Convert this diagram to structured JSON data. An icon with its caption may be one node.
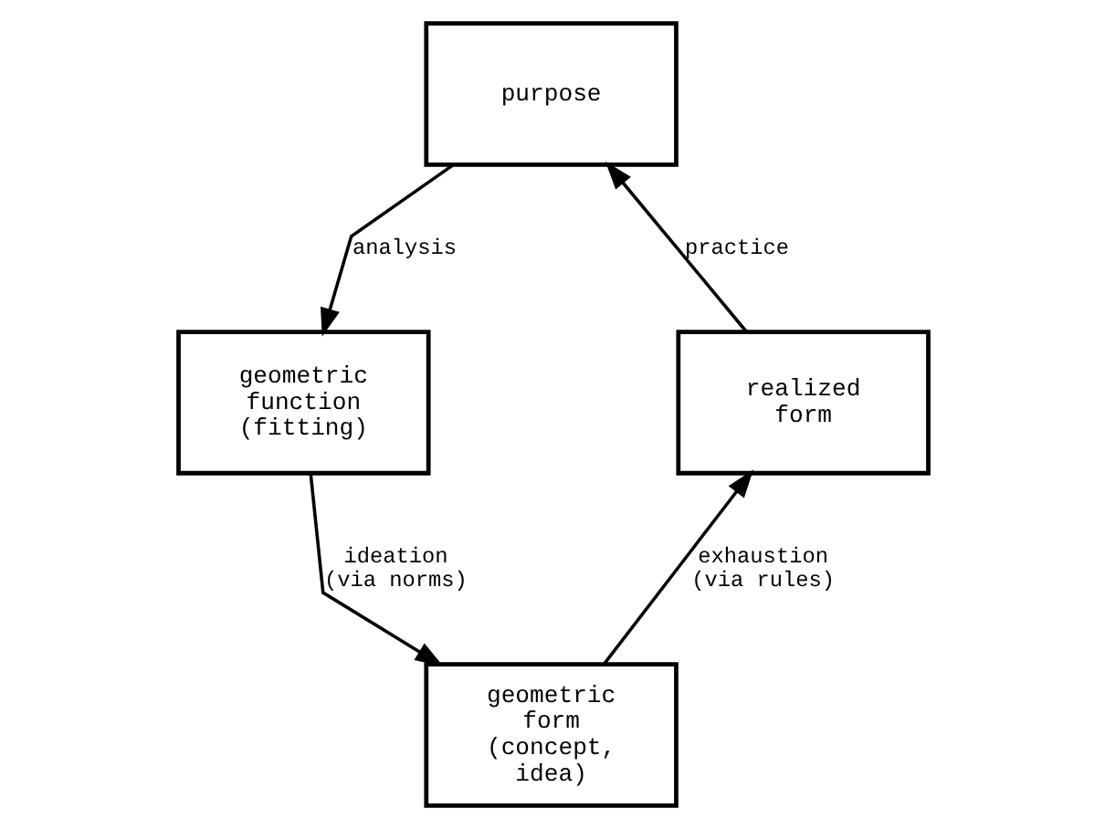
{
  "diagram": {
    "nodes": [
      {
        "text": [
          "purpose"
        ]
      },
      {
        "text": [
          "geometric function (fitting)"
        ]
      },
      {
        "text": [
          "geometric form (concept, idea)"
        ]
      },
      {
        "text": [
          "realized form"
        ]
      }
    ],
    "edges": [
      {
        "from": 0,
        "to": 1,
        "arrow": "to",
        "label": "analysis"
      },
      {
        "from": 1,
        "to": 2,
        "arrow": "to",
        "label": "ideation (via norms)"
      },
      {
        "from": 2,
        "to": 3,
        "arrow": "to",
        "label": "exhaustion (via rules)"
      },
      {
        "from": 3,
        "to": 0,
        "arrow": "to",
        "label": "practice"
      }
    ]
  }
}
